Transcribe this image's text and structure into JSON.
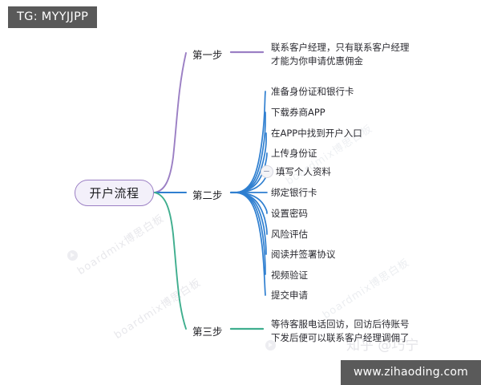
{
  "overlays": {
    "tg_badge": "TG: MYYJJPP",
    "site_badge": "www.zihaoding.com"
  },
  "mindmap": {
    "root": {
      "label": "开户流程",
      "border_color": "#9b7fc4",
      "fill_color": "#f3f0fa"
    },
    "branches": [
      {
        "label": "第一步",
        "color": "#9b7fc4",
        "items": [
          {
            "lines": [
              "联系客户经理，只有联系客户经理",
              "才能为你申请优惠佣金"
            ]
          }
        ]
      },
      {
        "label": "第二步",
        "color": "#2f7fd0",
        "items": [
          {
            "lines": [
              "准备身份证和银行卡"
            ]
          },
          {
            "lines": [
              "下载券商APP"
            ]
          },
          {
            "lines": [
              "在APP中找到开户入口"
            ]
          },
          {
            "lines": [
              "上传身份证"
            ]
          },
          {
            "lines": [
              "填写个人资料"
            ],
            "marker": true
          },
          {
            "lines": [
              "绑定银行卡"
            ]
          },
          {
            "lines": [
              "设置密码"
            ]
          },
          {
            "lines": [
              "风险评估"
            ]
          },
          {
            "lines": [
              "阅读并签署协议"
            ]
          },
          {
            "lines": [
              "视频验证"
            ]
          },
          {
            "lines": [
              "提交申请"
            ]
          }
        ]
      },
      {
        "label": "第三步",
        "color": "#3fae8e",
        "items": [
          {
            "lines": [
              "等待客服电话回访，回访后待账号",
              "下发后便可以联系客户经理调佣了"
            ]
          }
        ]
      }
    ]
  },
  "watermarks": {
    "brand_text": "boardmix博思白板",
    "diagonal_text": "boardmix博思白板",
    "cn_text": "知乎 @巧宁"
  }
}
